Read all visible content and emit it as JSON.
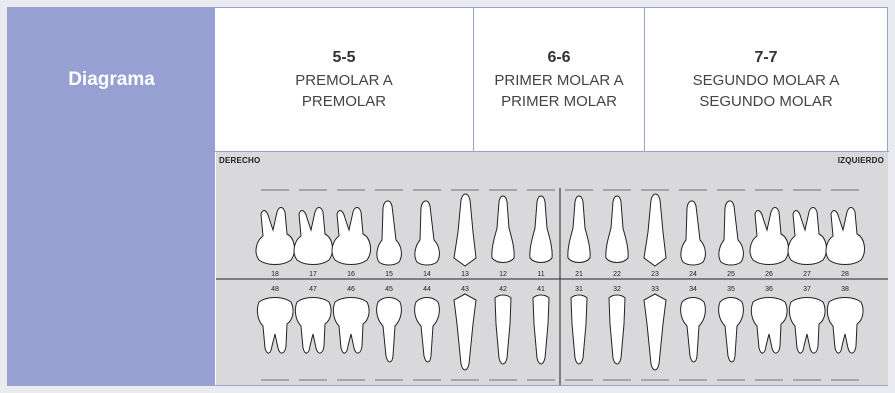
{
  "header": {
    "row_label": "Diagrama",
    "columns": [
      {
        "code": "5-5",
        "desc": "PREMOLAR A PREMOLAR"
      },
      {
        "code": "6-6",
        "desc": "PRIMER MOLAR A PRIMER MOLAR"
      },
      {
        "code": "7-7",
        "desc": "SEGUNDO MOLAR A SEGUNDO MOLAR"
      }
    ]
  },
  "chart": {
    "left_label": "DERECHO",
    "right_label": "IZQUIERDO",
    "upper_teeth": [
      {
        "num": "18",
        "type": "molar"
      },
      {
        "num": "17",
        "type": "molar"
      },
      {
        "num": "16",
        "type": "molar"
      },
      {
        "num": "15",
        "type": "premolar"
      },
      {
        "num": "14",
        "type": "premolar"
      },
      {
        "num": "13",
        "type": "canine"
      },
      {
        "num": "12",
        "type": "incisor"
      },
      {
        "num": "11",
        "type": "incisor"
      },
      {
        "num": "21",
        "type": "incisor"
      },
      {
        "num": "22",
        "type": "incisor"
      },
      {
        "num": "23",
        "type": "canine"
      },
      {
        "num": "24",
        "type": "premolar"
      },
      {
        "num": "25",
        "type": "premolar"
      },
      {
        "num": "26",
        "type": "molar"
      },
      {
        "num": "27",
        "type": "molar"
      },
      {
        "num": "28",
        "type": "molar"
      }
    ],
    "lower_teeth": [
      {
        "num": "48",
        "type": "molar"
      },
      {
        "num": "47",
        "type": "molar"
      },
      {
        "num": "46",
        "type": "molar"
      },
      {
        "num": "45",
        "type": "premolar"
      },
      {
        "num": "44",
        "type": "premolar"
      },
      {
        "num": "43",
        "type": "canine"
      },
      {
        "num": "42",
        "type": "incisor"
      },
      {
        "num": "41",
        "type": "incisor"
      },
      {
        "num": "31",
        "type": "incisor"
      },
      {
        "num": "32",
        "type": "incisor"
      },
      {
        "num": "33",
        "type": "canine"
      },
      {
        "num": "34",
        "type": "premolar"
      },
      {
        "num": "35",
        "type": "premolar"
      },
      {
        "num": "36",
        "type": "molar"
      },
      {
        "num": "37",
        "type": "molar"
      },
      {
        "num": "38",
        "type": "molar"
      }
    ]
  }
}
